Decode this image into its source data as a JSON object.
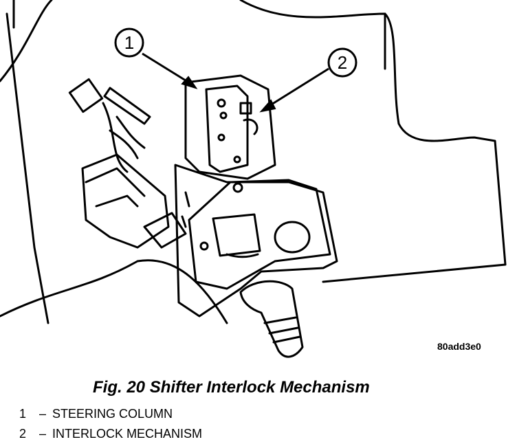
{
  "figure": {
    "code": "80add3e0",
    "caption": "Fig. 20 Shifter Interlock Mechanism"
  },
  "callouts": [
    {
      "number": "1"
    },
    {
      "number": "2"
    }
  ],
  "legend": [
    {
      "number": "1",
      "separator": "–",
      "label": "STEERING COLUMN"
    },
    {
      "number": "2",
      "separator": "–",
      "label": "INTERLOCK MECHANISM"
    }
  ]
}
